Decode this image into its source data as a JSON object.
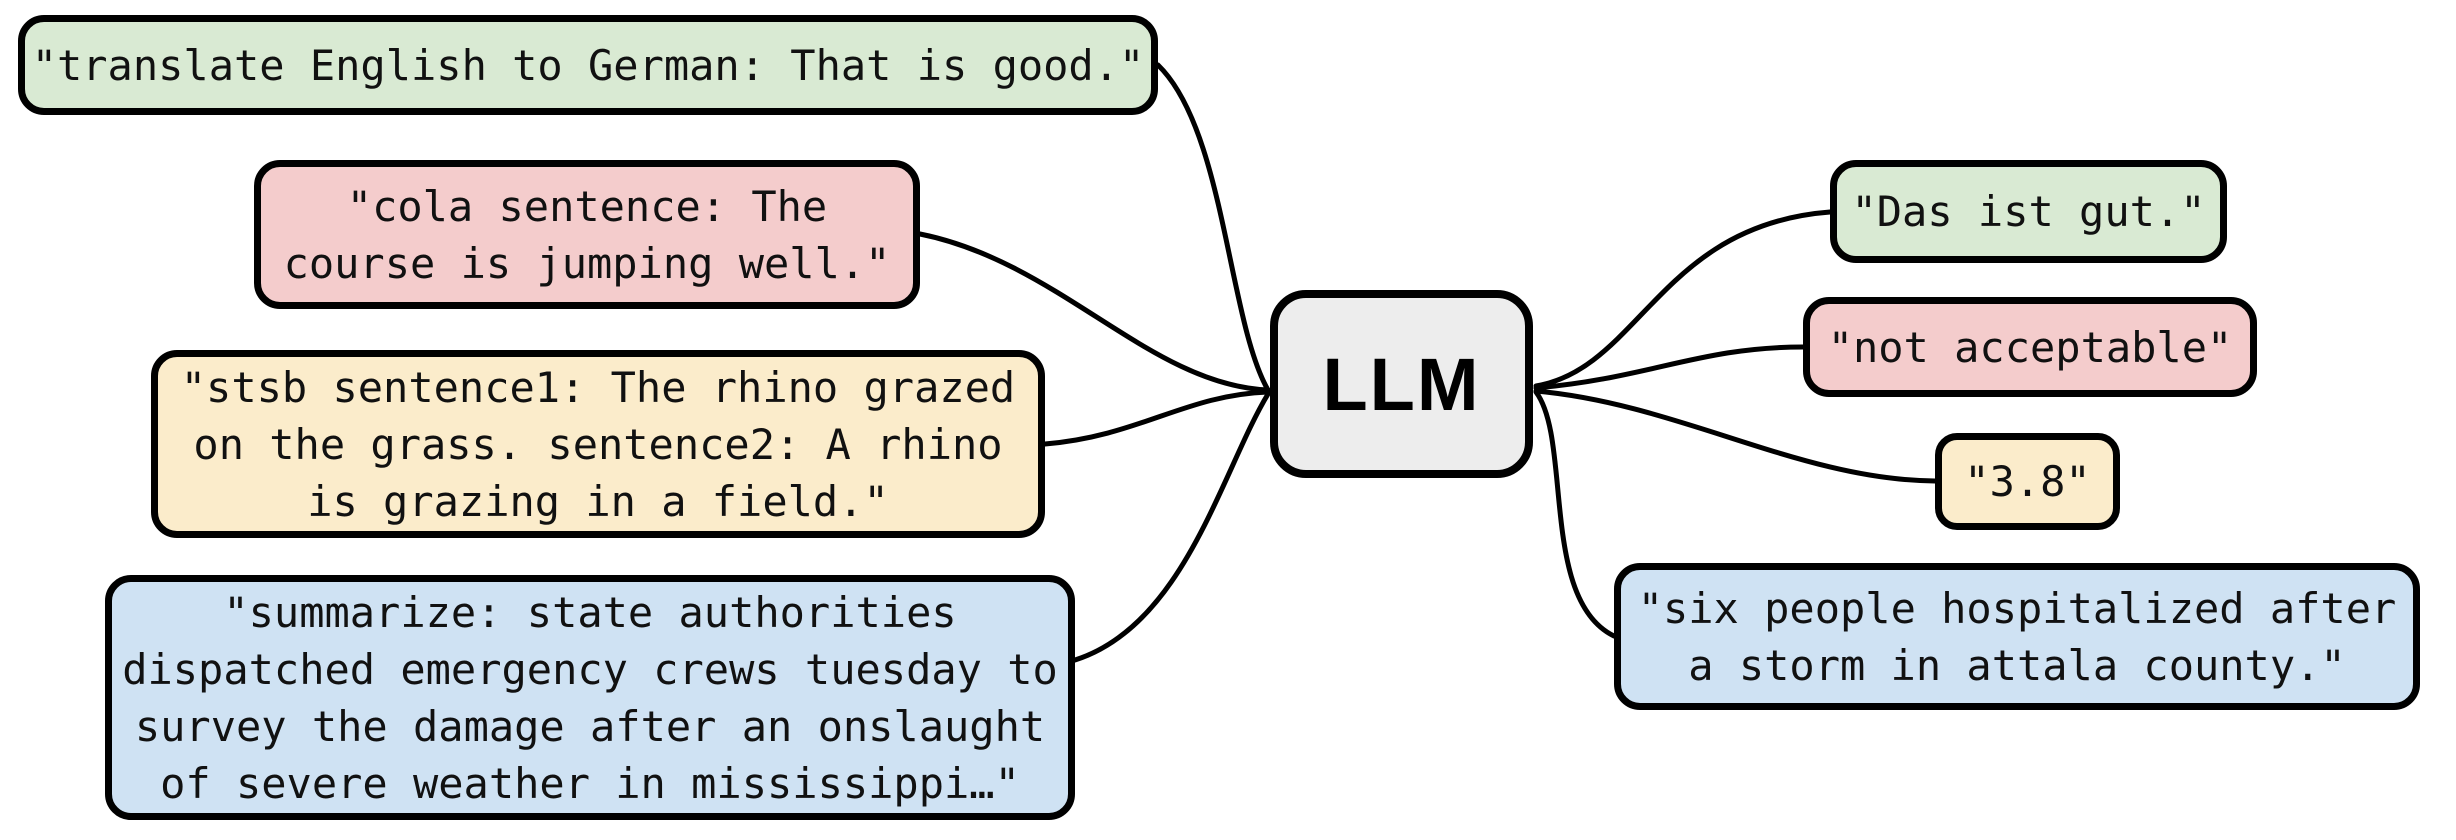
{
  "diagram": {
    "center": {
      "label": "LLM",
      "connected_to": "all inputs and outputs"
    },
    "inputs": [
      {
        "id": "input-translate",
        "color": "green",
        "connected_to": "LLM",
        "lines": [
          "\"translate English to German: That is good.\""
        ]
      },
      {
        "id": "input-cola",
        "color": "red",
        "connected_to": "LLM",
        "lines": [
          "\"cola sentence: The",
          "course is jumping well.\""
        ]
      },
      {
        "id": "input-stsb",
        "color": "yellow",
        "connected_to": "LLM",
        "lines": [
          "\"stsb sentence1: The rhino grazed",
          "on the grass. sentence2: A rhino",
          "is grazing in a field.\""
        ]
      },
      {
        "id": "input-summarize",
        "color": "blue",
        "connected_to": "LLM",
        "lines": [
          "\"summarize: state authorities",
          "dispatched emergency crews tuesday to",
          "survey the damage after an onslaught",
          "of severe weather in mississippi…\""
        ]
      }
    ],
    "outputs": [
      {
        "id": "output-translation",
        "color": "green",
        "connected_to": "LLM",
        "lines": [
          "\"Das ist gut.\""
        ]
      },
      {
        "id": "output-cola",
        "color": "red",
        "connected_to": "LLM",
        "lines": [
          "\"not acceptable\""
        ]
      },
      {
        "id": "output-stsb",
        "color": "yellow",
        "connected_to": "LLM",
        "lines": [
          "\"3.8\""
        ]
      },
      {
        "id": "output-summary",
        "color": "blue",
        "connected_to": "LLM",
        "lines": [
          "\"six people hospitalized after",
          "a storm in attala county.\""
        ]
      }
    ]
  },
  "colors": {
    "green": "#d9ead3",
    "red": "#f4cccc",
    "yellow": "#fbeccb",
    "blue": "#cfe2f3",
    "center_fill": "#ededed",
    "line": "#000000",
    "text": "#111111"
  }
}
